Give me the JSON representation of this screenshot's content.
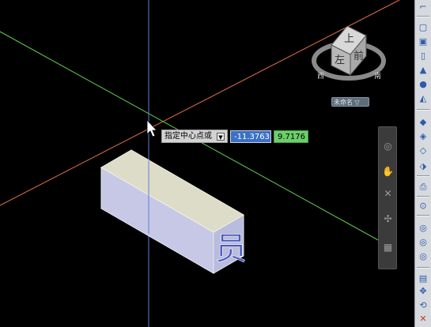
{
  "prompt": {
    "label": "指定中心点或",
    "dropdown_icon": "dropdown-arrow-icon",
    "x_value": "-11.3763",
    "y_value": "9.7176"
  },
  "viewcube": {
    "top_face": "上",
    "left_face": "左",
    "right_face": "前",
    "compass_west": "西",
    "compass_south": "南"
  },
  "ucs_menu": {
    "label": "未命名 ▽"
  },
  "box_face_glyph": "员",
  "colors": {
    "background": "#000000",
    "x_axis": "#e0714a",
    "y_axis": "#5fcf4f",
    "z_axis": "#5f7fd8",
    "box_side": "#c6c8e6",
    "box_top": "#dcdcc8",
    "x_input": "#3a70c8",
    "y_input": "#6ccf6a"
  },
  "navbar": {
    "items": [
      "steering-wheel-icon",
      "pan-hand-icon",
      "zoom-extents-icon",
      "orbit-icon",
      "showmotion-icon"
    ]
  },
  "toolbar": {
    "items": [
      "ucs-world-icon",
      "ucs-icon",
      "box-icon",
      "cylinder-icon",
      "cone-icon",
      "sphere-icon",
      "pyramid-icon",
      "wedge-icon",
      "torus-icon",
      "polysolid-icon",
      "extrude-icon",
      "revolve-icon",
      "sweep-icon",
      "loft-icon",
      "camera-icon",
      "presspull-icon",
      "union-icon",
      "subtract-icon",
      "intersect-icon",
      "slice-icon",
      "move-3d-icon",
      "rotate-3d-icon",
      "align-3d-icon",
      "delete-icon"
    ]
  }
}
